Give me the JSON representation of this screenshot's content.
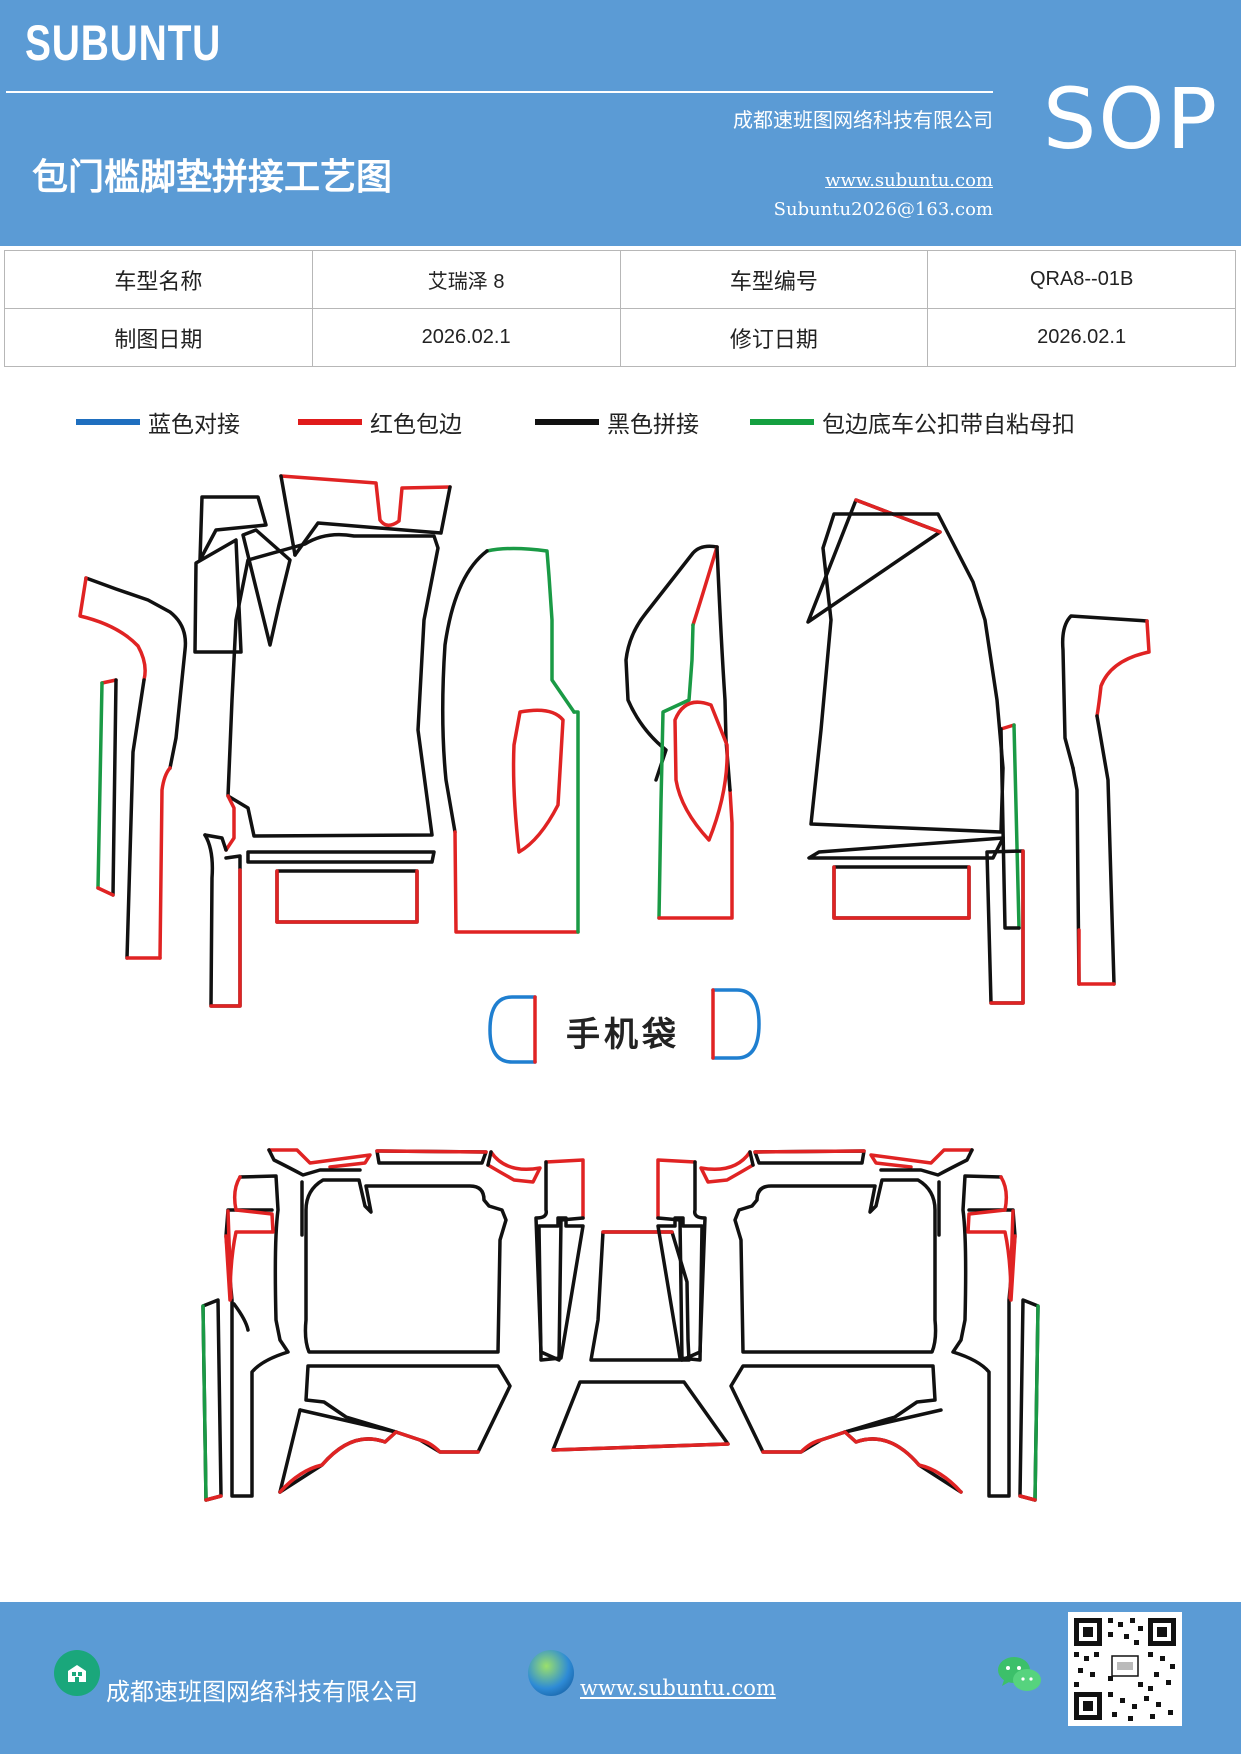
{
  "header": {
    "brand": "SUBUNTU",
    "company": "成都速班图网络科技有限公司",
    "title": "包门槛脚垫拼接工艺图",
    "website": "www.subuntu.com",
    "email": "Subuntu2026@163.com",
    "badge": "SOP"
  },
  "info_table": {
    "rows": [
      {
        "label1": "车型名称",
        "value1": "艾瑞泽 8",
        "label2": "车型编号",
        "value2": "QRA8--01B"
      },
      {
        "label1": "制图日期",
        "value1": "2026.02.1",
        "label2": "修订日期",
        "value2": "2026.02.1"
      }
    ]
  },
  "legend": {
    "items": [
      {
        "label": "蓝色对接",
        "color": "#1f6fbf"
      },
      {
        "label": "红色包边",
        "color": "#e01b1b"
      },
      {
        "label": "黑色拼接",
        "color": "#111111"
      },
      {
        "label": "包边底车公扣带自粘母扣",
        "color": "#14a040"
      }
    ]
  },
  "drawing": {
    "phone_bag_label": "手机袋",
    "colors": {
      "blue": "#1f7fd0",
      "red": "#e02323",
      "black": "#111111",
      "green": "#1a9a45"
    }
  },
  "footer": {
    "company": "成都速班图网络科技有限公司",
    "website": "www.subuntu.com",
    "house_icon": "building-icon",
    "globe_icon": "globe-icon",
    "wechat_icon": "wechat-icon",
    "qr_icon": "qr-code"
  }
}
